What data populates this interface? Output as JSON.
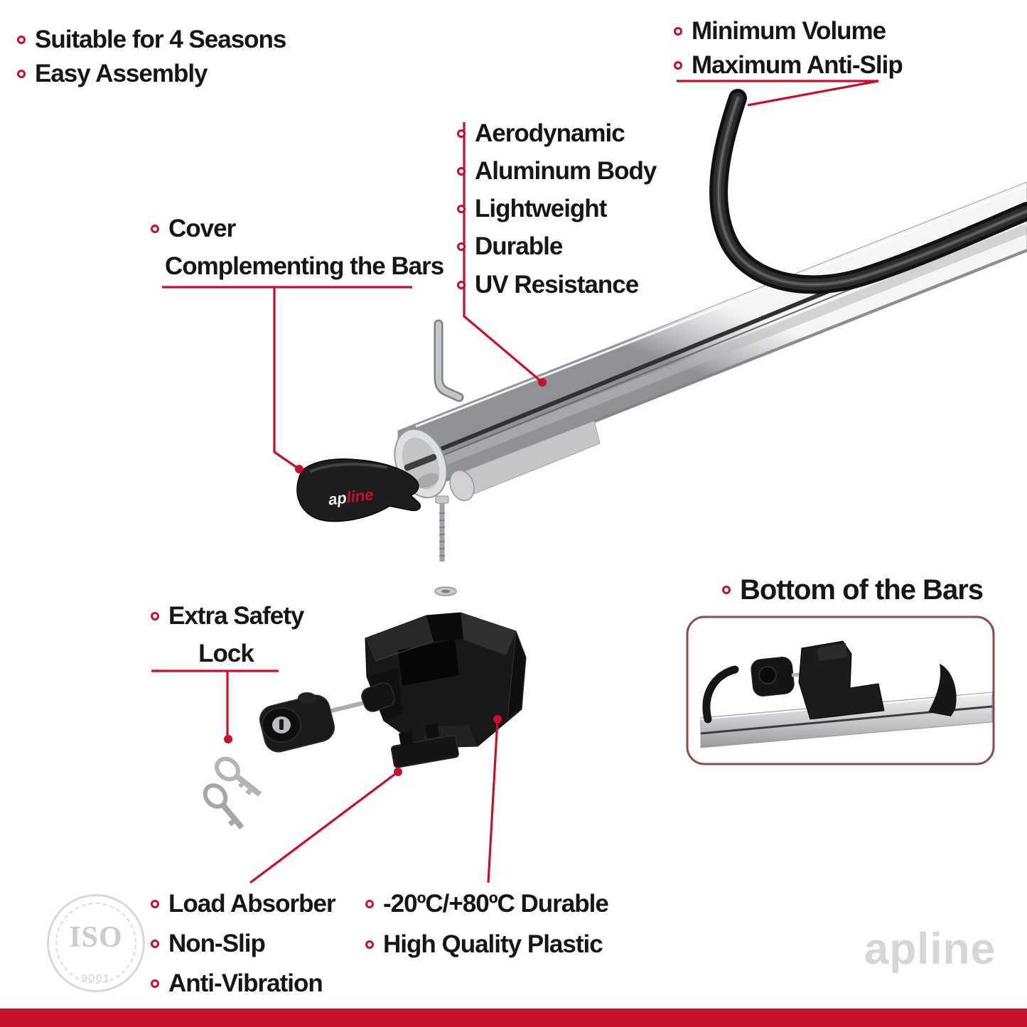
{
  "colors": {
    "accent": "#c8102e",
    "text": "#161616",
    "silver": "#c9cbcd",
    "plastic_black": "#181818",
    "watermark_gray": "#d6d6d6",
    "inset_border": "#8d4b4b"
  },
  "labels": {
    "top_left": [
      "Suitable for 4 Seasons",
      "Easy Assembly"
    ],
    "top_right": [
      "Minimum Volume",
      "Maximum Anti-Slip"
    ],
    "bar_features": [
      "Aerodynamic",
      "Aluminum Body",
      "Lightweight",
      "Durable",
      "UV Resistance"
    ],
    "cover": [
      "Cover",
      "Complementing the Bars"
    ],
    "safety_lock": [
      "Extra Safety",
      "Lock"
    ],
    "bottom_of_bars": "Bottom of the Bars",
    "bottom_left": [
      "Load Absorber",
      "Non-Slip",
      "Anti-Vibration"
    ],
    "bottom_mid": [
      "-20ºC/+80ºC Durable",
      "High Quality Plastic"
    ]
  },
  "brand": {
    "logo_ap": "ap",
    "logo_line": "line",
    "watermark": "apline"
  },
  "iso": {
    "title": "ISO",
    "subtitle": "9001"
  }
}
